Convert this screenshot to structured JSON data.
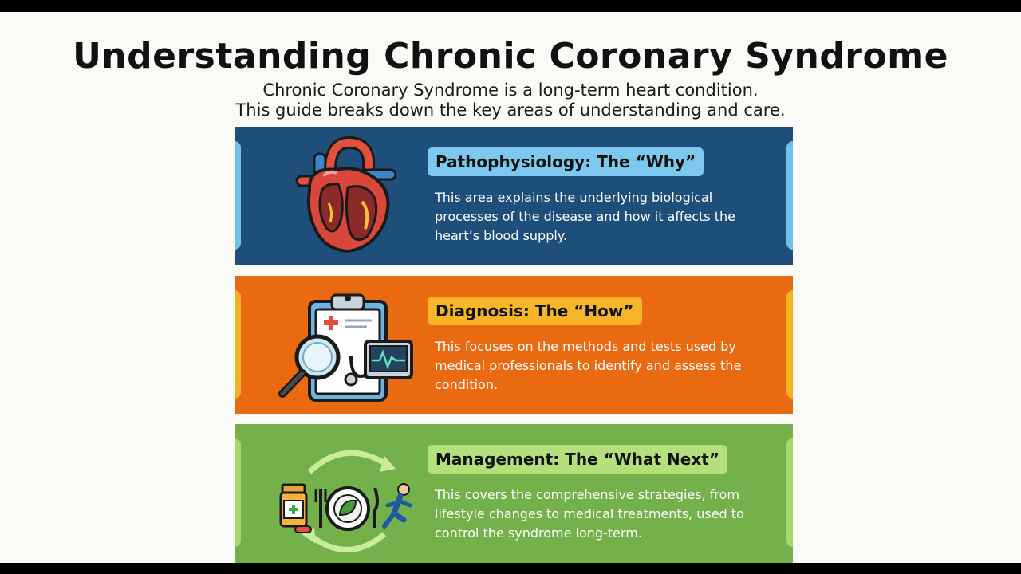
{
  "title": "Understanding Chronic Coronary Syndrome",
  "subtitle_line1": "Chronic Coronary Syndrome is a long-term heart condition.",
  "subtitle_line2": "This guide breaks down the key areas of understanding and care.",
  "sections": [
    {
      "heading": "Pathophysiology: The “Why”",
      "description": "This area explains the underlying biological processes of the disease and how it affects the heart’s blood supply.",
      "icon": "heart-anatomy-icon",
      "color": "#1e4f7b"
    },
    {
      "heading": "Diagnosis: The “How”",
      "description": "This focuses on the methods and tests used by medical professionals to identify and assess the condition.",
      "icon": "clipboard-magnifier-icon",
      "color": "#ea6a12"
    },
    {
      "heading": "Management: The “What Next”",
      "description": "This covers the comprehensive strategies, from lifestyle changes to medical treatments, used to control the syndrome long-term.",
      "icon": "lifestyle-cycle-icon",
      "color": "#74b14a"
    }
  ]
}
